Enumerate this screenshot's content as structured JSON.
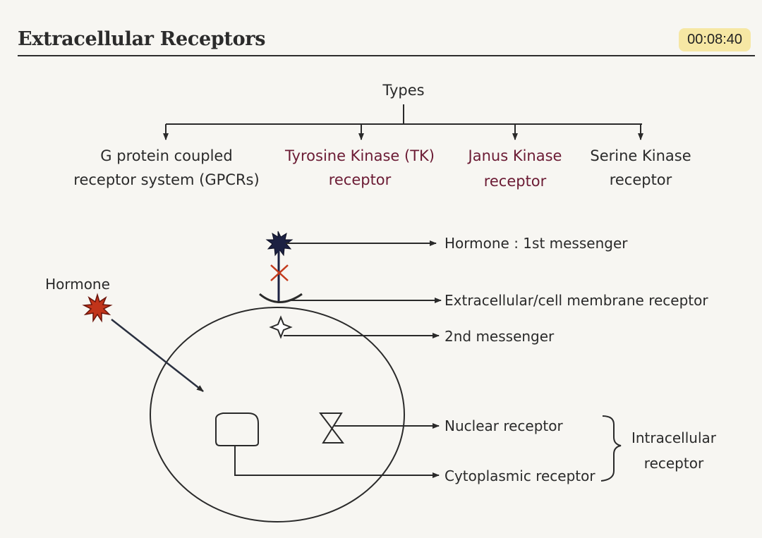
{
  "header": {
    "title": "Extracellular Receptors",
    "timer": "00:08:40"
  },
  "tree": {
    "root": "Types",
    "types": [
      {
        "line1": "G protein coupled",
        "line2": "receptor system (GPCRs)",
        "color": "#2a2a2a"
      },
      {
        "line1": "Tyrosine Kinase (TK)",
        "line2": "receptor",
        "color": "#6b1b34"
      },
      {
        "line1": "Janus Kinase",
        "line2": "receptor",
        "color": "#6b1b34"
      },
      {
        "line1": "Serine Kinase",
        "line2": "receptor",
        "color": "#2a2a2a"
      }
    ]
  },
  "cell_diagram": {
    "hormone_label": "Hormone",
    "first_messenger_label": "Hormone : 1st messenger",
    "membrane_receptor_label": "Extracellular/cell membrane receptor",
    "second_messenger_label": "2nd messenger",
    "nuclear_receptor_label": "Nuclear receptor",
    "cytoplasmic_receptor_label": "Cytoplasmic receptor",
    "intracellular_line1": "Intracellular",
    "intracellular_line2": "receptor"
  }
}
